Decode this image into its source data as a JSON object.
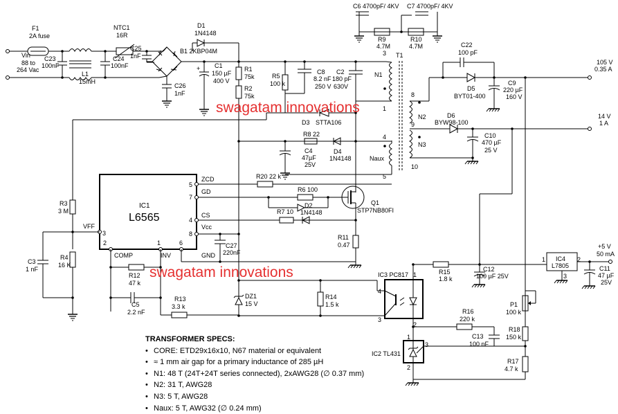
{
  "labels": {
    "f1": "F1",
    "fuse": "2A fuse",
    "vin": "Vin",
    "vin_range1": "88 to",
    "vin_range2": "264 Vac",
    "c23": "C23",
    "c23_val": "100nF",
    "l1": "L1",
    "l1_val": "15mH",
    "ntc1": "NTC1",
    "ntc1_val": "16R",
    "c24": "C24",
    "c24_val": "100nF",
    "c25": "C25",
    "c25_val": "1nF",
    "d1": "D1",
    "d1_val": "1N4148",
    "b1": "B1  2KBP04M",
    "c26": "C26",
    "c26_val": "1nF",
    "c1": "C1",
    "c1_val1": "150 µF",
    "c1_val2": "400 V",
    "r1": "R1",
    "r1_val": "75k",
    "r2": "R2",
    "r2_val": "75k",
    "r5": "R5",
    "r5_val": "100 k",
    "c8": "C8",
    "c8_val1": "8.2 nF",
    "c8_val2": "250 V",
    "c2": "C2",
    "c2_val1": "180 pF",
    "c2_val2": "630V",
    "c6": "C6  4700pF/ 4KV",
    "c7": "C7  4700pF/ 4KV",
    "r9": "R9",
    "r9_val": "4.7M",
    "r10": "R10",
    "r10_val": "4.7M",
    "t1": "T1",
    "n1": "N1",
    "n2": "N2",
    "n3": "N3",
    "naux": "Naux",
    "pin3": "3",
    "pin1": "1",
    "pin4": "4",
    "pin5": "5",
    "pin8": "8",
    "pin9": "9",
    "pin10": "10",
    "c22": "C22",
    "c22_val": "100 pF",
    "d5": "D5",
    "d5_val": "BYT01-400",
    "c9": "C9",
    "c9_val1": "220 µF",
    "c9_val2": "160 V",
    "out105_v": "105 V",
    "out105_i": "0.35 A",
    "d6": "D6",
    "d6_val": "BYW98-100",
    "c10": "C10",
    "c10_val1": "470 µF",
    "c10_val2": "25 V",
    "out14_v": "14 V",
    "out14_i": "1 A",
    "d3": "D3",
    "d3_val": "STTA106",
    "r8": "R8  22",
    "c4": "C4",
    "c4_val1": "47µF",
    "c4_val2": "25V",
    "d4": "D4",
    "d4_val": "1N4148",
    "r3": "R3",
    "r3_val": "3 M",
    "r4": "R4",
    "r4_val": "16 K",
    "c3": "C3",
    "c3_val": "1 nF",
    "ic1": "IC1",
    "ic1_val": "L6565",
    "zcd": "ZCD",
    "gd": "GD",
    "cs": "CS",
    "vcc": "Vcc",
    "gnd": "GND",
    "vff": "VFF",
    "comp": "COMP",
    "inv": "INV",
    "ic1_p5": "5",
    "ic1_p7": "7",
    "ic1_p4": "4",
    "ic1_p8": "8",
    "ic1_p3": "3",
    "ic1_p2": "2",
    "ic1_p1": "1",
    "ic1_p6": "6",
    "r20": "R20  22 k",
    "r6": "R6  100",
    "d2": "D2",
    "d2_val": "1N4148",
    "r7": "R7  10",
    "q1": "Q1",
    "q1_val": "STP7NB80FI",
    "c27": "C27",
    "c27_val": "220nF",
    "r11": "R11",
    "r11_val": "0.47",
    "r12": "R12",
    "r12_val": "47 k",
    "c5": "C5",
    "c5_val": "2.2 nF",
    "r13": "R13",
    "r13_val": "3.3 k",
    "dz1": "DZ1",
    "dz1_val": "15 V",
    "r14": "R14",
    "r14_val": "1.5 k",
    "ic3": "IC3  PC817",
    "ic3_p1": "1",
    "ic3_p2": "2",
    "ic3_p3": "3",
    "ic3_p4": "4",
    "r15": "R15",
    "r15_val": "1.8 k",
    "c12": "C12",
    "c12_val": "100 µF 25V",
    "ic4": "IC4",
    "ic4_val": "L7805",
    "ic4_p1": "1",
    "ic4_p2": "2",
    "ic4_p3": "3",
    "out5_v": "+5 V",
    "out5_i": "50 mA",
    "c11": "C11",
    "c11_val1": "47 µF",
    "c11_val2": "25V",
    "p1": "P1",
    "p1_val": "100 k",
    "r16": "R16",
    "r16_val": "220 k",
    "c13": "C13",
    "c13_val": "100 nF",
    "r18": "R18",
    "r18_val": "150 k",
    "ic2": "IC2  TL431",
    "ic2_p1": "1",
    "ic2_p2": "2",
    "ic2_p3": "3",
    "r17": "R17",
    "r17_val": "4.7 k"
  },
  "watermark": "swagatam innovations",
  "specs": {
    "title": "TRANSFORMER SPECS:",
    "lines": [
      "CORE:  ETD29x16x10, N67 material or equivalent",
      "≈ 1 mm air gap for a primary inductance of 285 µH",
      "N1: 48 T (24T+24T series connected), 2xAWG28 (∅ 0.37 mm)",
      "N2: 31 T, AWG28",
      "N3: 5 T, AWG28",
      "Naux: 5 T, AWG32 (∅ 0.24 mm)"
    ]
  },
  "colors": {
    "watermark": "#e53030",
    "ink": "#000000",
    "background": "#ffffff"
  }
}
